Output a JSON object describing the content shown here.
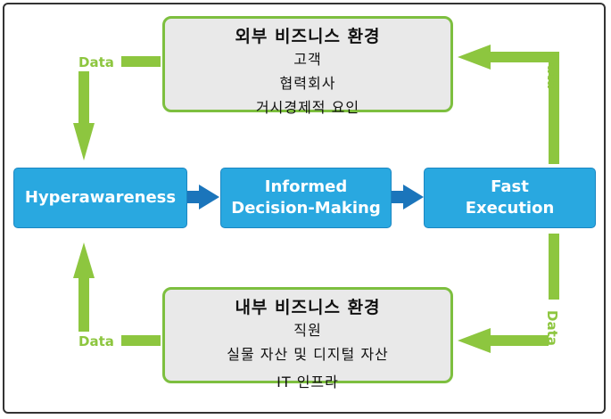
{
  "external": {
    "title": "외부 비즈니스 환경",
    "items": [
      "고객",
      "협력회사",
      "거시경제적 요인"
    ]
  },
  "internal": {
    "title": "내부 비즈니스 환경",
    "items": [
      "직원",
      "실물 자산 및 디지털 자산",
      "IT 인프라"
    ]
  },
  "process": {
    "hyper": {
      "lines": [
        "Hyperawareness"
      ]
    },
    "informed": {
      "lines": [
        "Informed",
        "Decision-Making"
      ]
    },
    "fast": {
      "lines": [
        "Fast",
        "Execution"
      ]
    }
  },
  "labels": {
    "data_top_left": "Data",
    "data_top_right": "Data",
    "data_bottom_left": "Data",
    "data_bottom_right": "Data"
  },
  "colors": {
    "process_fill": "#29a8e0",
    "process_arrow": "#1b75bb",
    "data_arrow": "#8dc63f",
    "env_border": "#7dbf3f",
    "env_fill": "#e9e9e9"
  }
}
